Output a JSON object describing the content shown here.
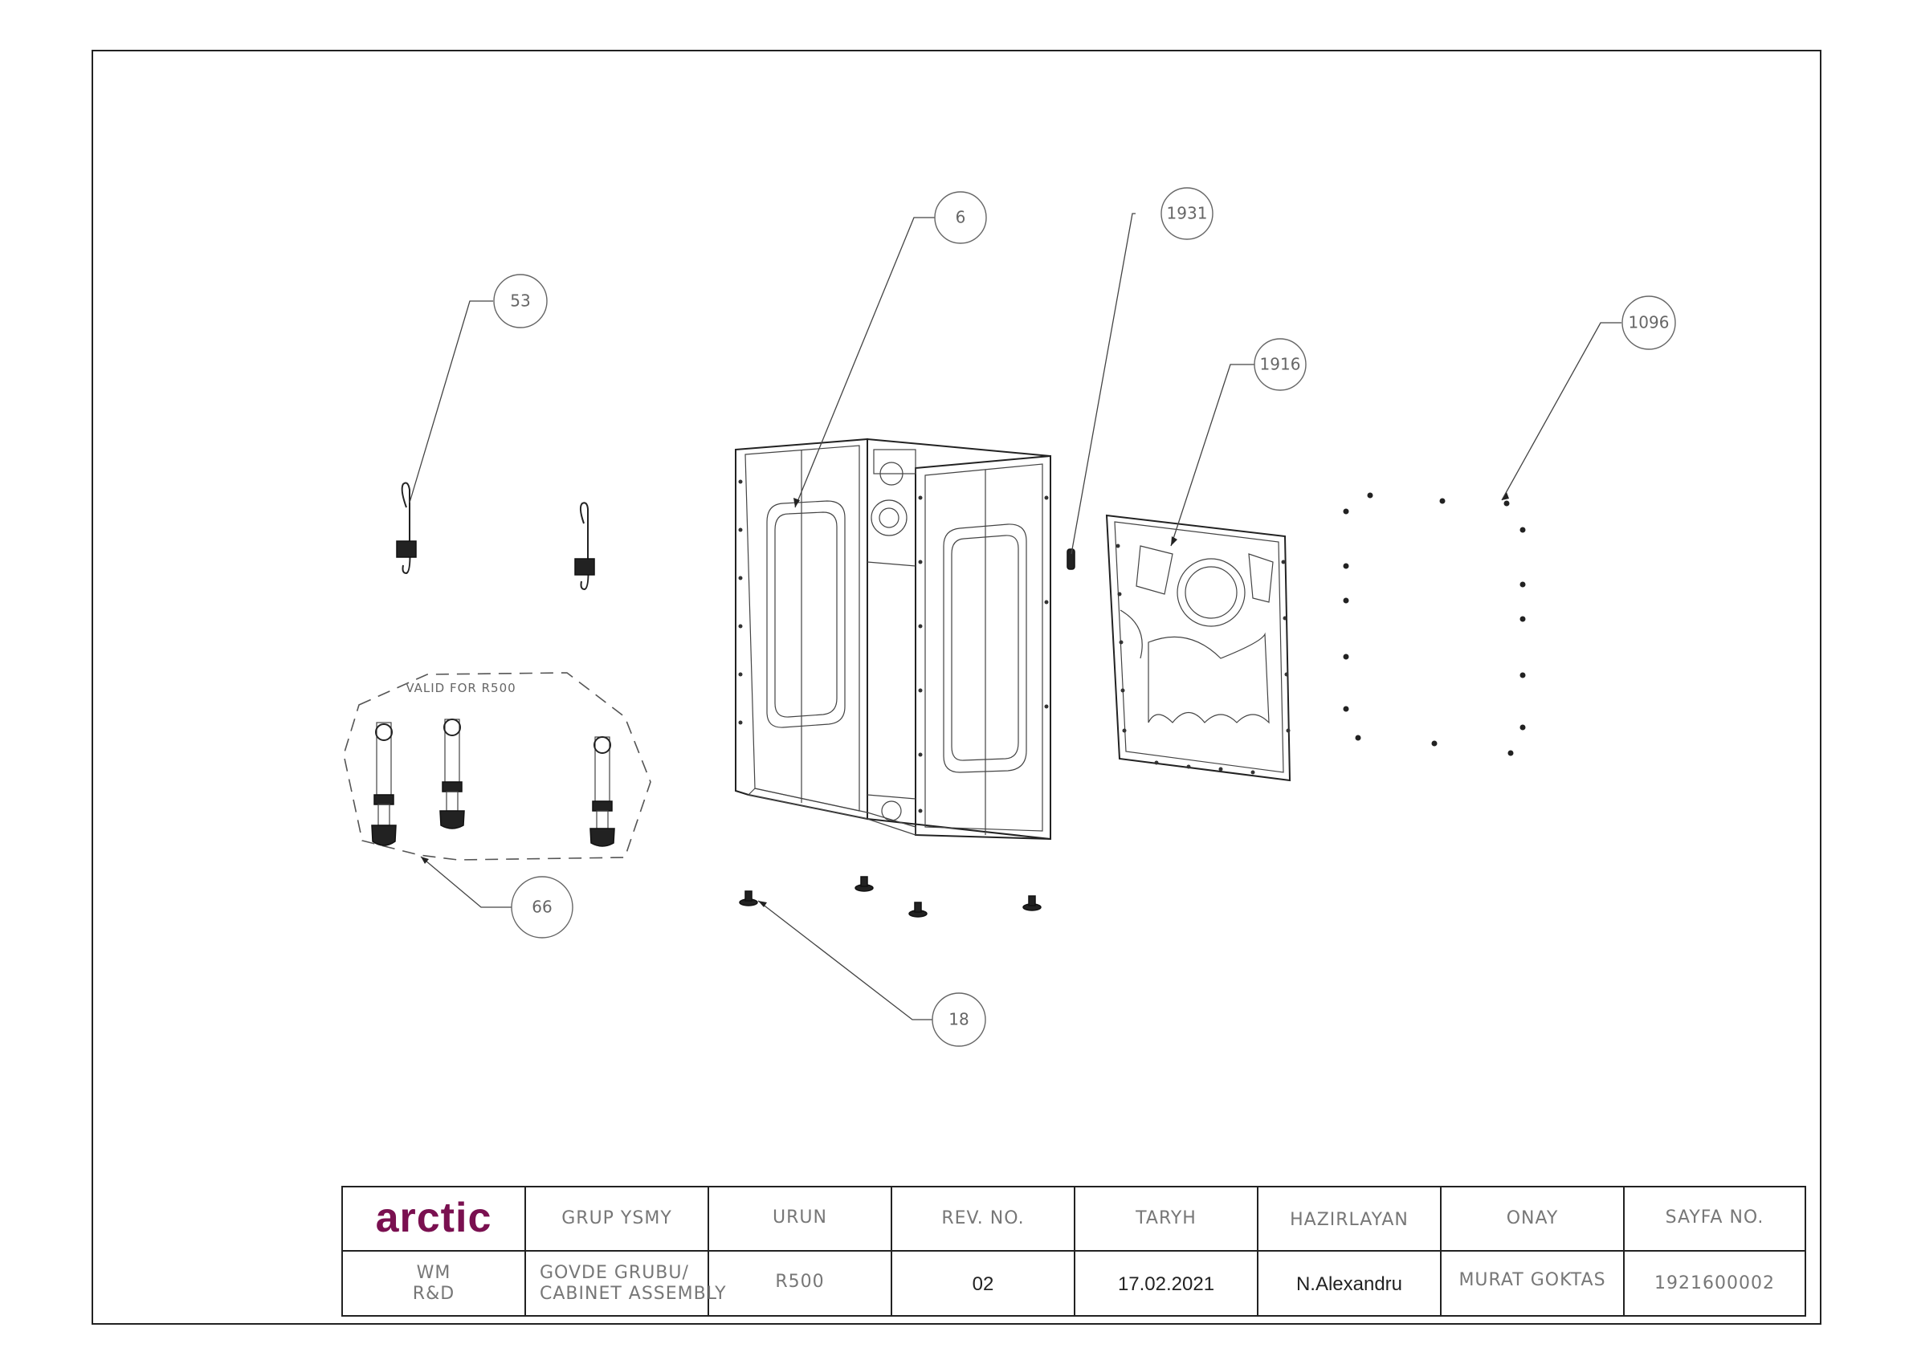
{
  "callouts": [
    {
      "id": "6",
      "label": "6"
    },
    {
      "id": "1931",
      "label": "1931"
    },
    {
      "id": "53",
      "label": "53"
    },
    {
      "id": "1096",
      "label": "1096"
    },
    {
      "id": "1916",
      "label": "1916"
    },
    {
      "id": "66",
      "label": "66"
    },
    {
      "id": "18",
      "label": "18"
    }
  ],
  "group_note": "VALID FOR R500",
  "title_block": {
    "logo": "arctic",
    "headers": {
      "group": "GRUP YSMY",
      "product": "URUN",
      "rev": "REV. NO.",
      "date": "TARYH",
      "prepared": "HAZIRLAYAN",
      "approval": "ONAY",
      "page": "SAYFA NO."
    },
    "values": {
      "dept_line1": "WM",
      "dept_line2": "R&D",
      "group_line1": "GOVDE GRUBU/",
      "group_line2": "CABINET ASSEMBLY",
      "product": "R500",
      "rev": "02",
      "date": "17.02.2021",
      "prepared": "N.Alexandru",
      "approval": "MURAT GOKTAS",
      "page": "1921600002"
    }
  },
  "colors": {
    "logo": "#7a1050",
    "line": "#222222"
  }
}
